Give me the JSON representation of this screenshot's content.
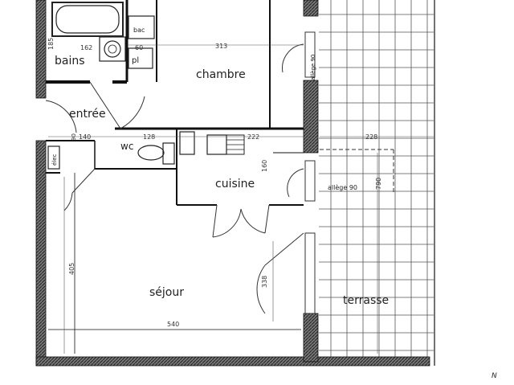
{
  "rooms": {
    "bains": "bains",
    "chambre": "chambre",
    "entree": "entrée",
    "wc": "wc",
    "cuisine": "cuisine",
    "sejour": "séjour",
    "terrasse": "terrasse"
  },
  "fixtures": {
    "bac": "bac",
    "placard": "pl",
    "elec": "élec",
    "allege_vertical": "allège 90",
    "allege_horizontal": "allège 90"
  },
  "dimensions": {
    "d185": "185",
    "d162": "162",
    "d60": "60",
    "d313": "313",
    "d140": "140",
    "d128": "128",
    "d222": "222",
    "d228": "228",
    "d160": "160",
    "d790": "790",
    "d405": "405",
    "d338": "338",
    "d540": "540",
    "d90": "90"
  },
  "corner_mark": "N"
}
